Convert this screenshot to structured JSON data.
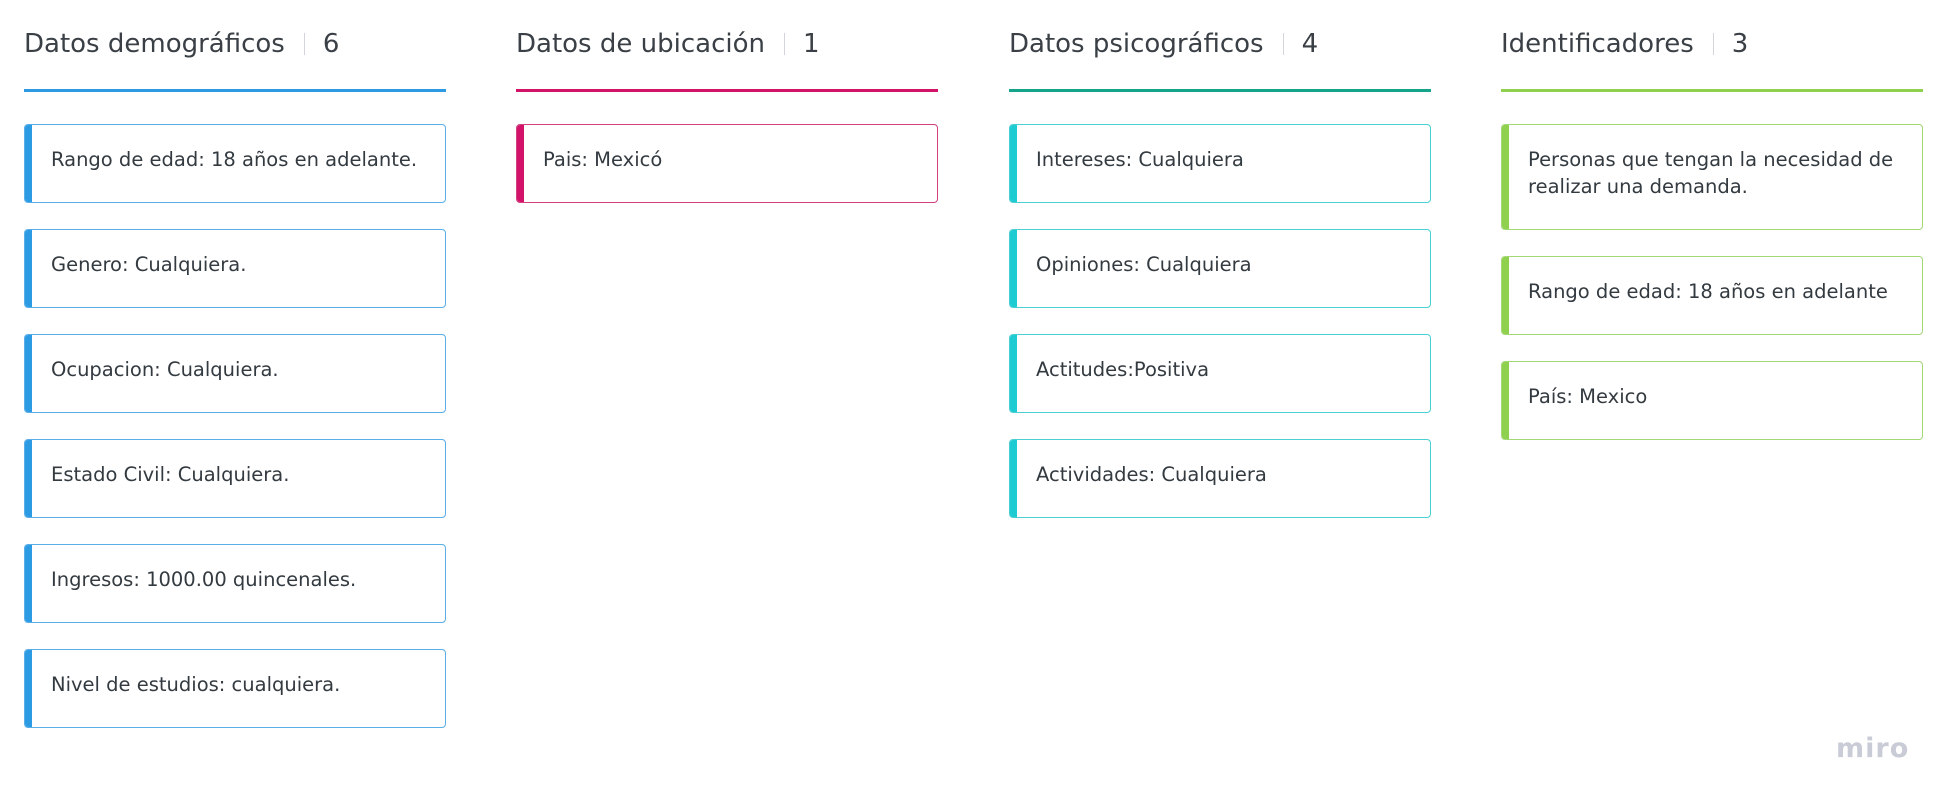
{
  "columns": [
    {
      "title": "Datos demográficos",
      "count": "6",
      "color": "#2d9be3",
      "border_color": "#5aaee8",
      "cards": [
        "Rango de edad: 18 años en adelante.",
        "Genero: Cualquiera.",
        "Ocupacion: Cualquiera.",
        "Estado Civil: Cualquiera.",
        "Ingresos: 1000.00 quincenales.",
        "Nivel de estudios: cualquiera."
      ]
    },
    {
      "title": "Datos de ubicación",
      "count": "1",
      "color": "#d3126a",
      "border_color": "#d3407f",
      "cards": [
        "Pais: Mexicó"
      ]
    },
    {
      "title": "Datos psicográficos",
      "count": "4",
      "color": "#14a38b",
      "bar_color": "#1fcbd3",
      "border_color": "#4ccfd3",
      "cards": [
        "Intereses: Cualquiera",
        "Opiniones: Cualquiera",
        "Actitudes:Positiva",
        "Actividades: Cualquiera"
      ]
    },
    {
      "title": "Identificadores",
      "count": "3",
      "color": "#8fd14f",
      "border_color": "#a3d877",
      "cards": [
        "Personas que tengan la necesidad de realizar una demanda.",
        "Rango de edad: 18 años en adelante",
        "País: Mexico"
      ]
    }
  ],
  "watermark": "miro"
}
